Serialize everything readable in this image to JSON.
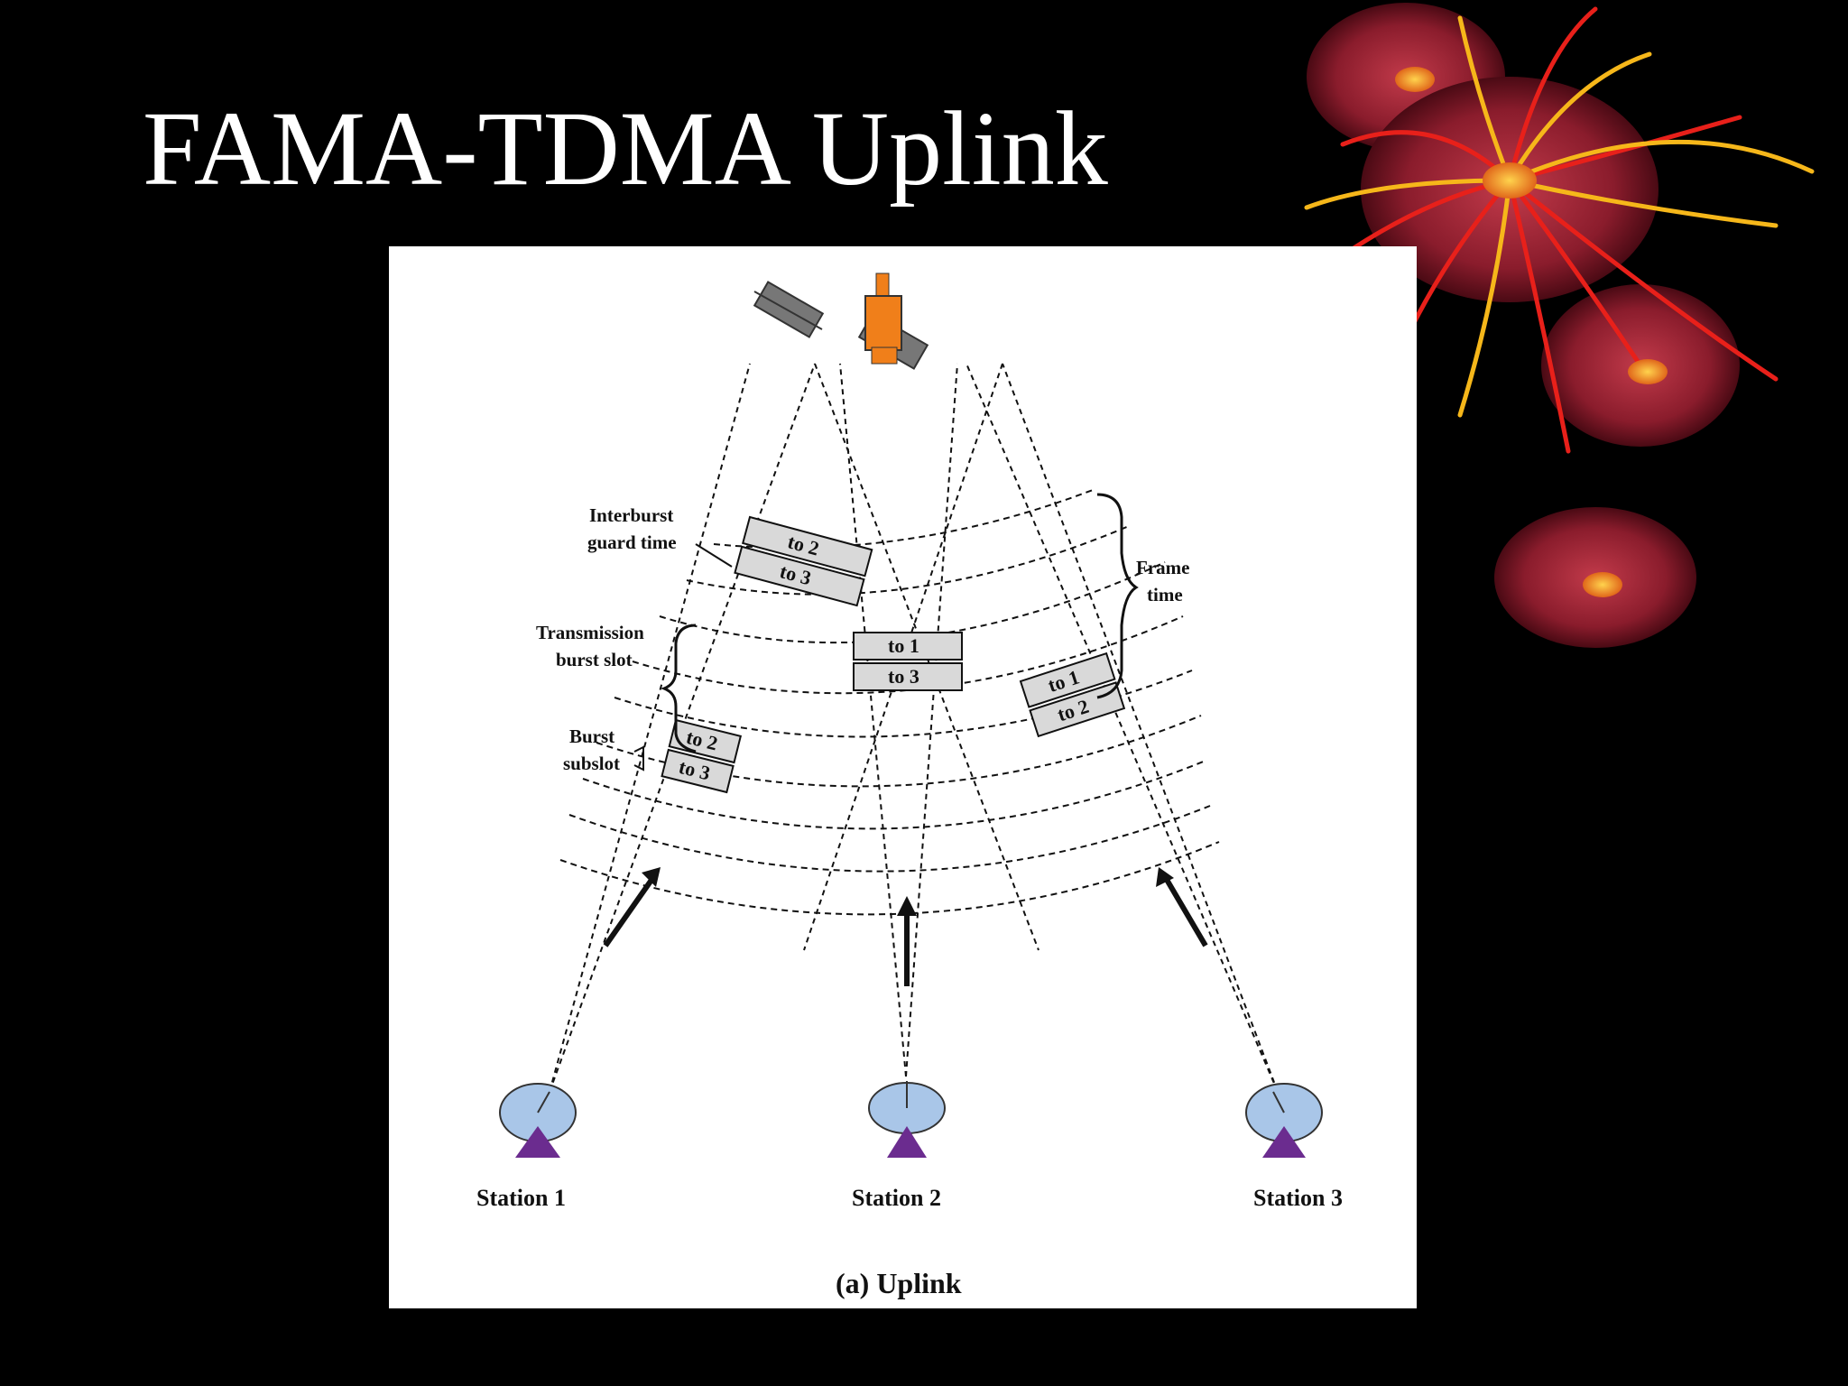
{
  "slide": {
    "title": "FAMA-TDMA Uplink"
  },
  "colors": {
    "background": "#000000",
    "title": "#ffffff",
    "figure_bg": "#ffffff",
    "slot_fill": "#d9d9d9",
    "satellite": "#f07f1a",
    "dish": "#a9c6e8",
    "mount": "#6b2c8f"
  },
  "diagram": {
    "labels": {
      "interburst": [
        "Interburst",
        "guard time"
      ],
      "transmission": [
        "Transmission",
        "burst slot"
      ],
      "burst_subslot": [
        "Burst",
        "subslot"
      ],
      "frame_time": [
        "Frame",
        "time"
      ]
    },
    "slots": {
      "left_top": [
        "to 2",
        "to 3"
      ],
      "middle": [
        "to 1",
        "to 3"
      ],
      "right": [
        "to 1",
        "to 2"
      ],
      "left_bottom": [
        "to 2",
        "to 3"
      ]
    },
    "stations": [
      "Station 1",
      "Station 2",
      "Station 3"
    ],
    "caption": "(a) Uplink"
  }
}
